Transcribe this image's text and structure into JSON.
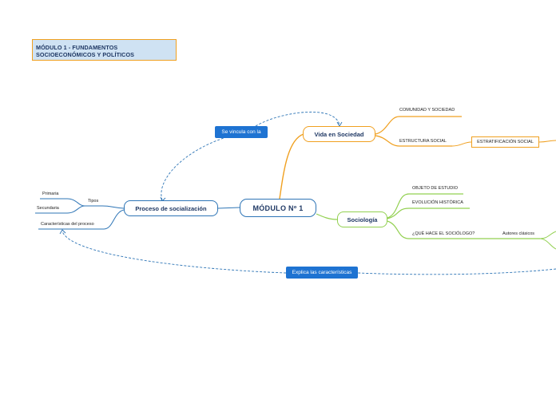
{
  "title": "MÓDULO 1 - FUNDAMENTOS SOCIOECONÓMICOS Y POLÍTICOS",
  "central": {
    "label": "MÓDULO Nº 1"
  },
  "socializacion": {
    "label": "Proceso de socialización",
    "tipos_label": "Tipos",
    "tipos": [
      "Primaria",
      "Secundaria"
    ],
    "caracteristicas_label": "Características del proceso"
  },
  "vida": {
    "label": "Vida en Sociedad",
    "children": [
      "COMUNIDAD Y SOCIEDAD",
      "ESTRUCTURA SOCIAL"
    ],
    "estratificacion": "ESTRATIFICACIÓN SOCIAL"
  },
  "sociologia": {
    "label": "Sociología",
    "children": [
      "OBJETO DE ESTUDIO",
      "EVOLUCIÓN HISTÓRICA",
      "¿QUÉ HACE EL SOCIÓLOGO?"
    ],
    "autores": "Autores clásicos"
  },
  "relations": {
    "vincula": "Se vincula con la",
    "explica": "Explica las características"
  },
  "colors": {
    "blue": "#2e75b6",
    "orange": "#f0a020",
    "green": "#92d050",
    "relation": "#1e73d2",
    "title_bg": "#cfe2f3"
  }
}
